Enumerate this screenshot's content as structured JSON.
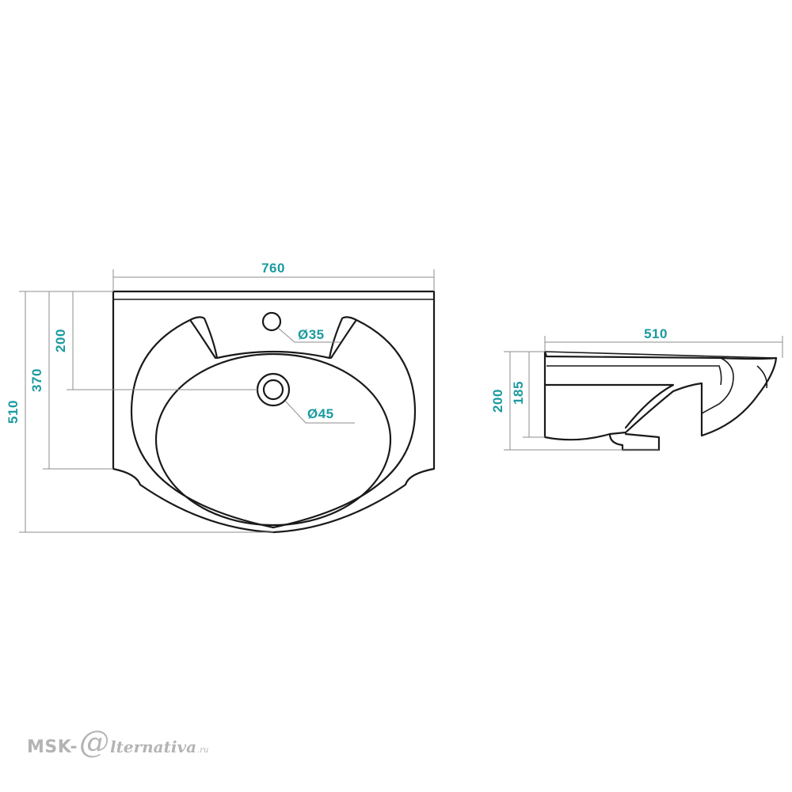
{
  "front_view": {
    "width_label": "760",
    "depth_label": "510",
    "bowl_depth_label": "370",
    "drain_offset_label": "200",
    "faucet_hole_label": "Ø35",
    "drain_hole_label": "Ø45"
  },
  "side_view": {
    "depth_label": "510",
    "height_label": "200",
    "inner_height_label": "185"
  },
  "watermark": {
    "prefix": "MSK-",
    "at_symbol": "@",
    "suffix": "lternativa",
    "domain": ".ru"
  },
  "colors": {
    "dimension_text": "#1a9aa0",
    "outline": "#1a1a1a",
    "dimension_line": "#8c8c8c",
    "watermark": "#b4b4b4"
  }
}
